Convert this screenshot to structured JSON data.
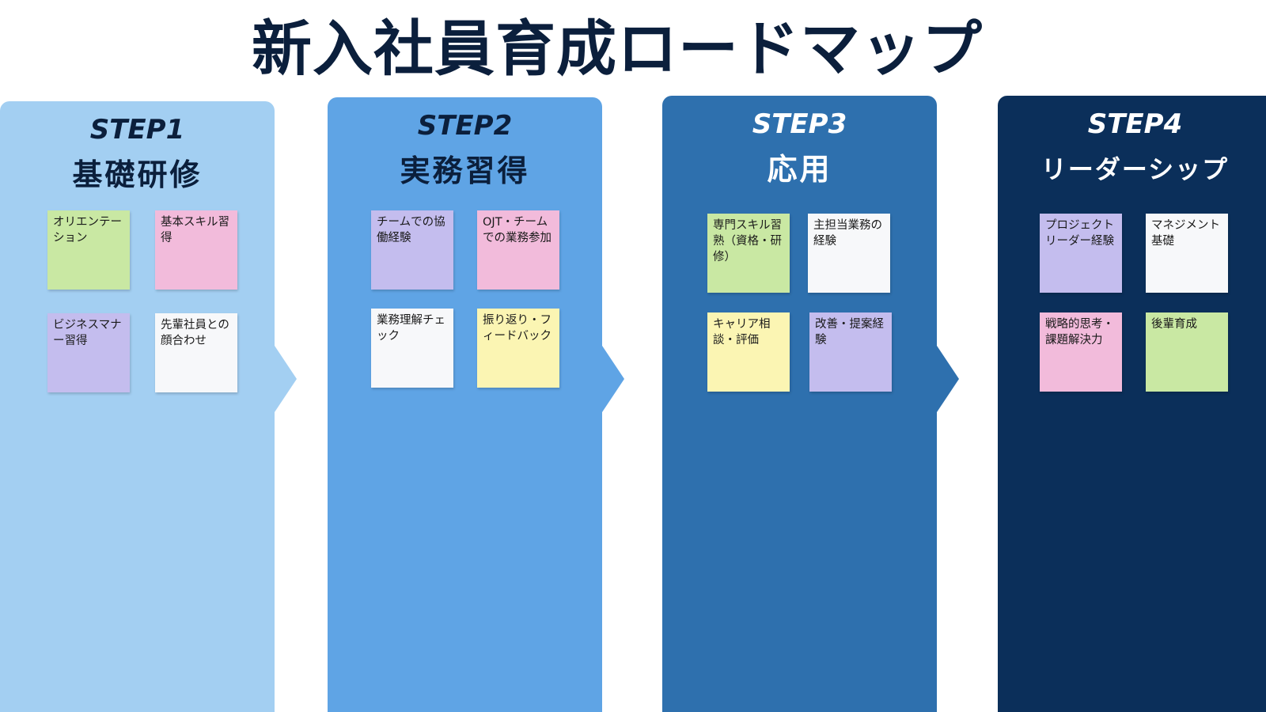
{
  "title": "新入社員育成ロードマップ",
  "steps": [
    {
      "step": "STEP1",
      "name": "基礎研修",
      "notes": [
        {
          "text": "オリエンテーション",
          "color": "#c9e8a3"
        },
        {
          "text": "基本スキル習得",
          "color": "#f2bbdb"
        },
        {
          "text": "ビジネスマナー習得",
          "color": "#c4bdee"
        },
        {
          "text": "先輩社員との顔合わせ",
          "color": "#f7f8fa"
        }
      ]
    },
    {
      "step": "STEP2",
      "name": "実務習得",
      "notes": [
        {
          "text": "チームでの協働経験",
          "color": "#c4bdee"
        },
        {
          "text": "OJT・チームでの業務参加",
          "color": "#f2bbdb"
        },
        {
          "text": "業務理解チェック",
          "color": "#f7f8fa"
        },
        {
          "text": "振り返り・フィードバック",
          "color": "#fbf5b3"
        }
      ]
    },
    {
      "step": "STEP3",
      "name": "応用",
      "notes": [
        {
          "text": "専門スキル習熟（資格・研修）",
          "color": "#c9e8a3"
        },
        {
          "text": "主担当業務の経験",
          "color": "#f7f8fa"
        },
        {
          "text": "キャリア相談・評価",
          "color": "#fbf5b3"
        },
        {
          "text": "改善・提案経験",
          "color": "#c4bdee"
        }
      ]
    },
    {
      "step": "STEP4",
      "name": "リーダーシップ",
      "notes": [
        {
          "text": "プロジェクトリーダー経験",
          "color": "#c4bdee"
        },
        {
          "text": "マネジメント基礎",
          "color": "#f7f8fa"
        },
        {
          "text": "戦略的思考・課題解決力",
          "color": "#f2bbdb"
        },
        {
          "text": "後輩育成",
          "color": "#c9e8a3"
        }
      ]
    }
  ],
  "colors": {
    "step1": "#a3cff2",
    "step2": "#5fa4e5",
    "step3": "#2e70ae",
    "step4": "#0b2f5a",
    "title": "#0b1f3c"
  }
}
